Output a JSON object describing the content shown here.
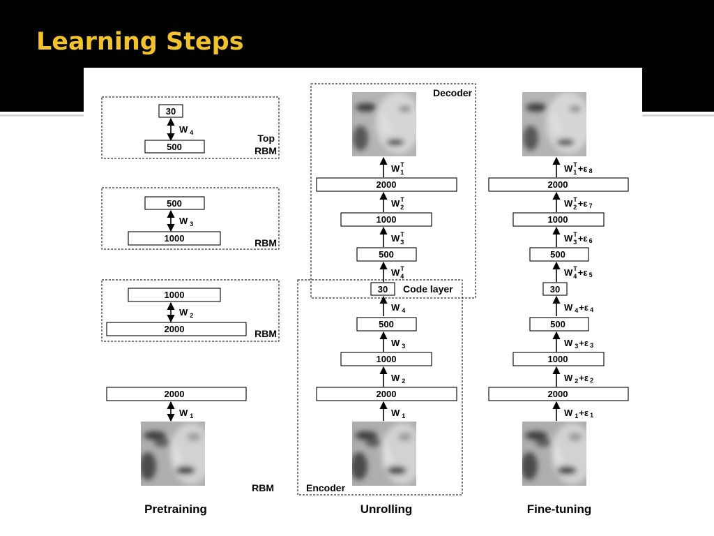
{
  "slide": {
    "title": "Learning Steps"
  },
  "pretraining": {
    "caption": "Pretraining",
    "rbms": [
      {
        "top": "30",
        "bottom": "500",
        "weight": "W",
        "weight_sub": "4",
        "label_line1": "Top",
        "label_line2": "RBM"
      },
      {
        "top": "500",
        "bottom": "1000",
        "weight": "W",
        "weight_sub": "3",
        "label_line1": "",
        "label_line2": "RBM"
      },
      {
        "top": "1000",
        "bottom": "2000",
        "weight": "W",
        "weight_sub": "2",
        "label_line1": "",
        "label_line2": "RBM"
      },
      {
        "top": "2000",
        "bottom": "",
        "weight": "W",
        "weight_sub": "1",
        "label_line1": "",
        "label_line2": "RBM"
      }
    ]
  },
  "unrolling": {
    "caption": "Unrolling",
    "decoder_label": "Decoder",
    "encoder_label": "Encoder",
    "code_layer_label": "Code layer",
    "layers": [
      "2000",
      "1000",
      "500",
      "30",
      "500",
      "1000",
      "2000"
    ],
    "weights": [
      {
        "w": "W",
        "sub": "1",
        "sup": "T"
      },
      {
        "w": "W",
        "sub": "2",
        "sup": "T"
      },
      {
        "w": "W",
        "sub": "3",
        "sup": "T"
      },
      {
        "w": "W",
        "sub": "4",
        "sup": "T"
      },
      {
        "w": "W",
        "sub": "4",
        "sup": ""
      },
      {
        "w": "W",
        "sub": "3",
        "sup": ""
      },
      {
        "w": "W",
        "sub": "2",
        "sup": ""
      },
      {
        "w": "W",
        "sub": "1",
        "sup": ""
      }
    ]
  },
  "finetuning": {
    "caption": "Fine-tuning",
    "layers": [
      "2000",
      "1000",
      "500",
      "30",
      "500",
      "1000",
      "2000"
    ],
    "weights": [
      {
        "w": "W",
        "sub": "1",
        "sup": "T",
        "eps": "ε",
        "eps_sub": "8"
      },
      {
        "w": "W",
        "sub": "2",
        "sup": "T",
        "eps": "ε",
        "eps_sub": "7"
      },
      {
        "w": "W",
        "sub": "3",
        "sup": "T",
        "eps": "ε",
        "eps_sub": "6"
      },
      {
        "w": "W",
        "sub": "4",
        "sup": "T",
        "eps": "ε",
        "eps_sub": "5"
      },
      {
        "w": "W",
        "sub": "4",
        "sup": "",
        "eps": "ε",
        "eps_sub": "4"
      },
      {
        "w": "W",
        "sub": "3",
        "sup": "",
        "eps": "ε",
        "eps_sub": "3"
      },
      {
        "w": "W",
        "sub": "2",
        "sup": "",
        "eps": "ε",
        "eps_sub": "2"
      },
      {
        "w": "W",
        "sub": "1",
        "sup": "",
        "eps": "ε",
        "eps_sub": "1"
      }
    ]
  },
  "colors": {
    "title": "#f2c12e",
    "band": "#000000",
    "rule": "#d8d8d8"
  }
}
